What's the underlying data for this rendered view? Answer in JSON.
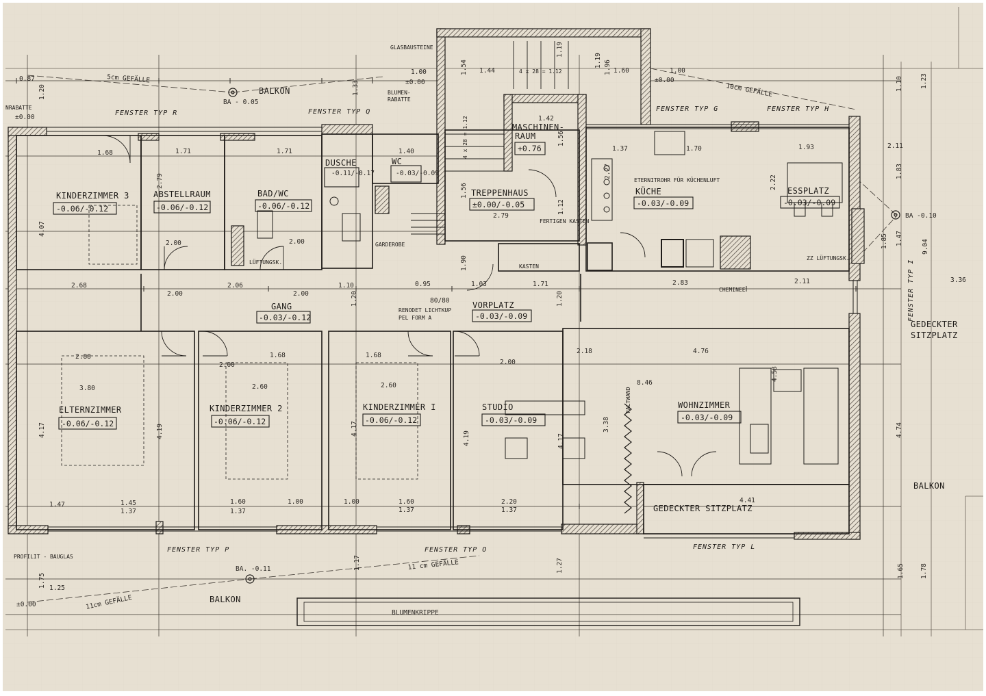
{
  "colors": {
    "paper": "#e7e0d2",
    "ink": "#1e1b18",
    "wall_hatch": "#5a524a"
  },
  "rooms": [
    {
      "name": "KINDERZIMMER 3",
      "level": "-0.06/-0.12"
    },
    {
      "name": "ABSTELLRAUM",
      "level": "-0.06/-0.12"
    },
    {
      "name": "BAD/WC",
      "level": "-0.06/-0.12"
    },
    {
      "name": "DUSCHE",
      "level": "-0.11/-0.17"
    },
    {
      "name": "WC",
      "level": "-0.03/-0.09"
    },
    {
      "name": "MASCHINEN-",
      "name2": "RAUM",
      "level": "+0.76"
    },
    {
      "name": "TREPPENHAUS",
      "level": "±0.00/-0.05"
    },
    {
      "name": "KÜCHE",
      "level": "-0.03/-0.09"
    },
    {
      "name": "ESSPLATZ",
      "level": "-0.03/-0.09"
    },
    {
      "name": "GANG",
      "level": "-0.03/-0.12"
    },
    {
      "name": "VORPLATZ",
      "level": "-0.03/-0.09"
    },
    {
      "name": "ELTERNZIMMER",
      "level": "-0.06/-0.12"
    },
    {
      "name": "KINDERZIMMER 2",
      "level": "-0.06/-0.12"
    },
    {
      "name": "KINDERZIMMER I",
      "level": "-0.06/-0.12"
    },
    {
      "name": "STUDIO",
      "level": "-0.03/-0.09"
    },
    {
      "name": "WOHNZIMMER",
      "level": "-0.03/-0.09"
    }
  ],
  "balcony": {
    "top": "BALKON",
    "top_ba": "BA - 0.05",
    "bottom": "BALKON",
    "bottom_ba": "BA. -0.11",
    "right": "BALKON",
    "right_ba": "BA -0.10"
  },
  "windows": [
    "FENSTER TYP R",
    "FENSTER TYP Q",
    "FENSTER TYP G",
    "FENSTER TYP H",
    "FENSTER TYP P",
    "FENSTER TYP O",
    "FENSTER TYP L",
    "FENSTER TYP I"
  ],
  "slopes": [
    "5cm GEFÄLLE",
    "10cm GEFÄLLE",
    "11 cm GEFÄLLE",
    "11cm GEFÄLLE"
  ],
  "notes": {
    "gedeckter_1": "GEDECKTER",
    "gedeckter_2": "SITZPLATZ",
    "gedeckter_bottom": "GEDECKTER SITZPLATZ",
    "blumenkrippe": "BLUMENKRIPPE",
    "glasbausteine": "GLASBAUSTEINE",
    "blumen_1": "BLUMEN-",
    "blumen_2": "RABATTE",
    "eternit": "ETERNITROHR FÜR KÜCHENLUFT",
    "lichtkuppel_1": "RENODET LICHTKUP",
    "lichtkuppel_2": "PEL FORM A",
    "lichtkuppel_size": "80/80",
    "garderobe": "GARDEROBE",
    "kasten": "KASTEN",
    "lueftungsk": "LÜFTUNGSK.",
    "lueftungsk2": "ZZ LÜFTUNGSK.",
    "cheminee": "CHEMINEE",
    "faltwand": "FALTWAND",
    "profilit": "PROFILIT - BAUGLAS",
    "stairs_top": "4 x 28 = 1.12",
    "stairs_side": "4 x 28 = 1.12",
    "rabatte": "NRABATTE",
    "zero_left": "±0.00",
    "zero_bl": "±0.00",
    "zero_top1": "±0.00",
    "zero_top2": "±0.00",
    "nischen": "FERTIGEN KASTEN"
  },
  "dims": {
    "d1": "2.68",
    "d2": "2.06",
    "d3": "2.83",
    "d4": "2.11",
    "d5": "3.36",
    "d6": "2.88",
    "d7": "3.80",
    "d8": "2.60",
    "d9": "2.60",
    "d10": "2.18",
    "d11": "4.76",
    "d12": "8.46",
    "d13": "4.17",
    "d14": "4.19",
    "d15": "4.17",
    "d16": "4.19",
    "d17": "4.17",
    "d18": "3.38",
    "d19": "4.58",
    "d20": "4.74",
    "d21": "1.45",
    "d22": "1.37",
    "d23": "1.60",
    "d24": "1.37",
    "d25": "1.60",
    "d26": "1.37",
    "d27": "2.20",
    "d28": "1.37",
    "d29": "1.47",
    "d30": "1.00",
    "d31": "1.00",
    "d32": "4.41",
    "d33": "1.44",
    "d34": "1.60",
    "d35": "1.42",
    "d36": "1.37",
    "d37": "1.70",
    "d38": "1.93",
    "d39": "2.11",
    "d40": "1.71",
    "d41": "1.71",
    "d42": "1.68",
    "d43": "1.68",
    "d44": "1.68",
    "d45": "2.00",
    "d46": "2.00",
    "d47": "2.00",
    "d48": "2.00",
    "d49": "2.00",
    "d50": "2.00",
    "d51": "2.79",
    "d52": "4.07",
    "d53": "1.75",
    "d54": "1.25",
    "d55": "1.27",
    "d56": "1.17",
    "d57": "1.65",
    "d58": "1.78",
    "d59": "9.04",
    "d60": "1.83",
    "d61": "1.23",
    "d62": "1.10",
    "d63": "1.20",
    "d64": "1.33",
    "d65": "1.19",
    "d66": "1.96",
    "d67": "1.19",
    "d68": "1.56",
    "d69": "2.27",
    "d70": "2.22",
    "d71": "1.00",
    "d72": "1.00",
    "d73": "0.87",
    "d74": "1.12",
    "d75": "1.10",
    "d76": "2.79",
    "d77": "1.71",
    "d78": "1.03",
    "d79": "0.95",
    "d80": "1.20",
    "d81": "1.20",
    "d82": "1.47",
    "d83": "1.54",
    "d84": "1.56",
    "d85": "1.90",
    "d86": "1.85",
    "d87": "1.40"
  }
}
